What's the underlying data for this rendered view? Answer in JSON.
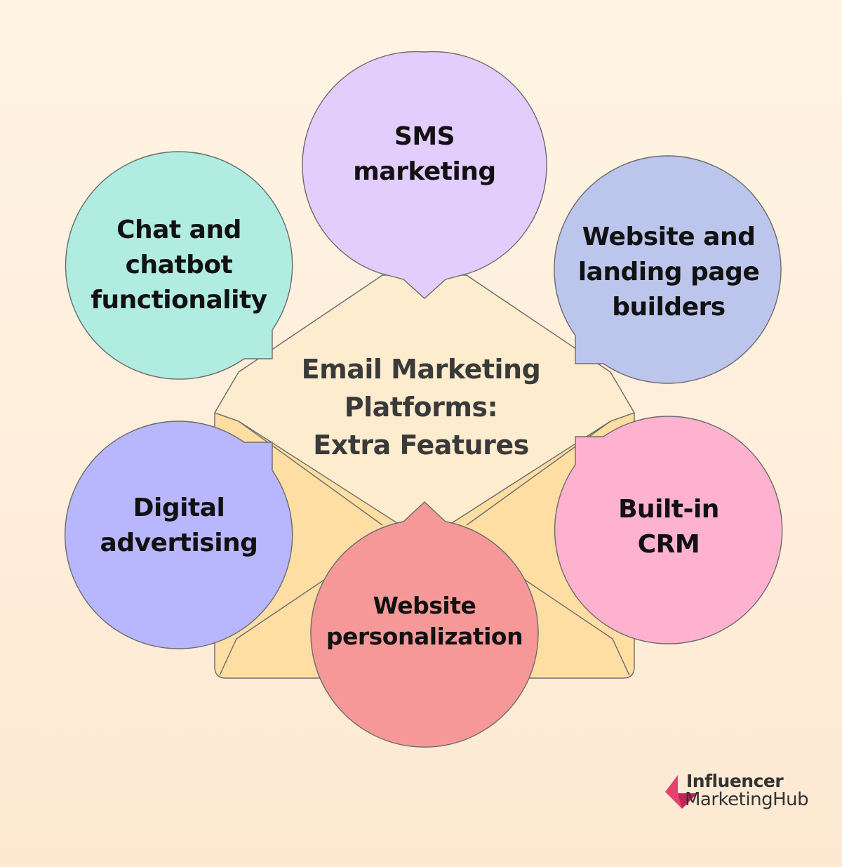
{
  "title": {
    "text": "Email Marketing\nPlatforms:\nExtra Features"
  },
  "features": [
    {
      "id": "sms",
      "label": "SMS\nmarketing",
      "color": "#e2cdfd"
    },
    {
      "id": "website-builders",
      "label": "Website and\nlanding page\nbuilders",
      "color": "#bcc5ec"
    },
    {
      "id": "crm",
      "label": "Built-in\nCRM",
      "color": "#feb2d0"
    },
    {
      "id": "personalization",
      "label": "Website\npersonalization",
      "color": "#f69898"
    },
    {
      "id": "advertising",
      "label": "Digital\nadvertising",
      "color": "#b8b6fd"
    },
    {
      "id": "chat",
      "label": "Chat and\nchatbot\nfunctionality",
      "color": "#b0ece0"
    }
  ],
  "colors": {
    "background": "#fff2e2",
    "envelope_body": "#fedea3",
    "envelope_flap": "#feeccf",
    "outline": "#6b6b6b",
    "logo_pink": "#e8416f"
  },
  "logo": {
    "line1": "Influencer",
    "line2": "MarketingHub"
  }
}
